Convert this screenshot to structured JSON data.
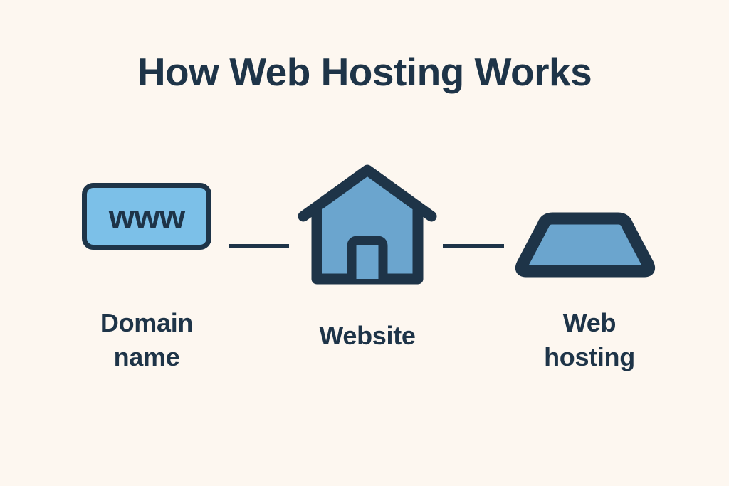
{
  "page": {
    "background_color": "#FDF7F0",
    "title": "How Web Hosting Works"
  },
  "colors": {
    "background": "#FDF7F0",
    "ink_navy": "#1E3448",
    "accent_light_blue": "#7CC0E8",
    "accent_blue": "#6BA5CE"
  },
  "diagram": {
    "type": "flow",
    "orientation": "horizontal",
    "nodes": [
      {
        "id": "domain-name",
        "label": "Domain\nname",
        "label_line_1": "Domain",
        "label_line_2": "name",
        "icon": "www-box-icon",
        "icon_text": "www",
        "fill": "#7CC0E8",
        "stroke": "#1E3448"
      },
      {
        "id": "website",
        "label": "Website",
        "label_line_1": "Website",
        "label_line_2": "",
        "icon": "house-icon",
        "icon_text": "",
        "fill": "#6BA5CE",
        "stroke": "#1E3448"
      },
      {
        "id": "web-hosting",
        "label": "Web\nhosting",
        "label_line_1": "Web",
        "label_line_2": "hosting",
        "icon": "server-trapezoid-icon",
        "icon_text": "",
        "fill": "#6BA5CE",
        "stroke": "#1E3448"
      }
    ],
    "connectors": [
      {
        "id": "connector-1",
        "from": "domain-name",
        "to": "website",
        "style": "solid-line"
      },
      {
        "id": "connector-2",
        "from": "website",
        "to": "web-hosting",
        "style": "solid-line"
      }
    ]
  }
}
